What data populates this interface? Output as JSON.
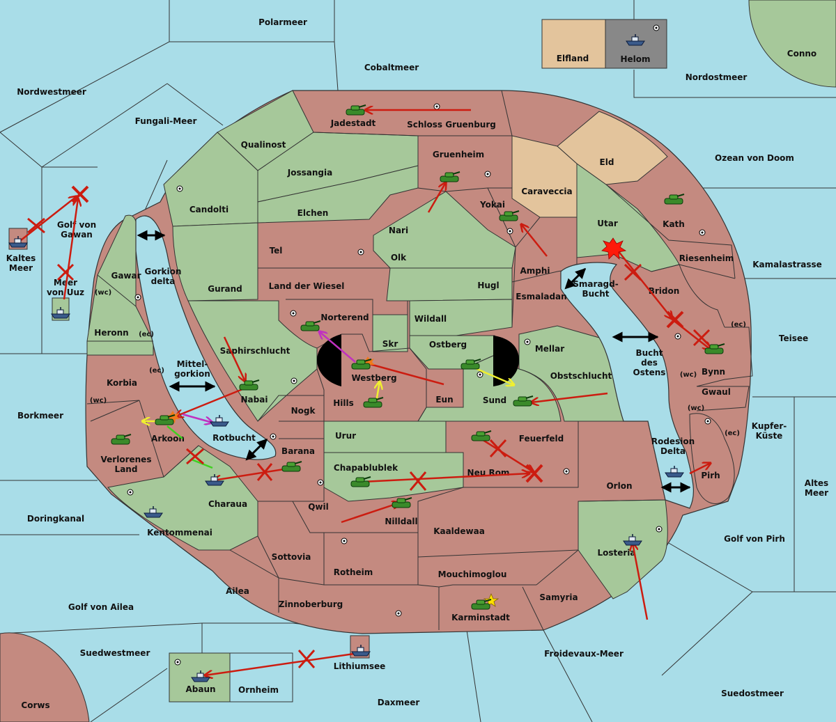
{
  "palette": {
    "sea": "#a9dde8",
    "land_green": "#a6c89a",
    "land_red": "#c48a80",
    "land_tan": "#e3c49c",
    "land_grey": "#888888",
    "border": "#333333",
    "attack_red": "#cc1c10",
    "convoy_yellow": "#f0f030",
    "support_magenta": "#c030c0",
    "support_green": "#40d020"
  },
  "regions": [
    {
      "name": "Polarmeer"
    },
    {
      "name": "Cobaltmeer"
    },
    {
      "name": "Nordwestmeer"
    },
    {
      "name": "Fungali-Meer"
    },
    {
      "name": "Conno"
    },
    {
      "name": "Nordostmeer"
    },
    {
      "name": "Ozean von Doom"
    },
    {
      "name": "Kamalastrasse"
    },
    {
      "name": "Teisee"
    },
    {
      "name": "Kupfer-Küste"
    },
    {
      "name": "Altes Meer"
    },
    {
      "name": "Golf von Pirh"
    },
    {
      "name": "Suedostmeer"
    },
    {
      "name": "Froidevaux-Meer"
    },
    {
      "name": "Daxmeer"
    },
    {
      "name": "Lithiumsee"
    },
    {
      "name": "Suedwestmeer"
    },
    {
      "name": "Corws"
    },
    {
      "name": "Golf von Ailea"
    },
    {
      "name": "Doringkanal"
    },
    {
      "name": "Borkmeer"
    },
    {
      "name": "Kaltes Meer"
    },
    {
      "name": "Meer von Uuz"
    },
    {
      "name": "Golf von Gawan"
    },
    {
      "name": "Gorkion delta"
    },
    {
      "name": "Mittel-gorkion"
    },
    {
      "name": "Rotbucht"
    },
    {
      "name": "Smaragd-Bucht"
    },
    {
      "name": "Bucht des Ostens"
    },
    {
      "name": "Rodesion Delta"
    },
    {
      "name": "Elfland"
    },
    {
      "name": "Helom"
    },
    {
      "name": "Jadestadt"
    },
    {
      "name": "Schloss Gruenburg"
    },
    {
      "name": "Qualinost"
    },
    {
      "name": "Jossangia"
    },
    {
      "name": "Gruenheim"
    },
    {
      "name": "Caraveccia"
    },
    {
      "name": "Eld"
    },
    {
      "name": "Candolti"
    },
    {
      "name": "Elchen"
    },
    {
      "name": "Nari"
    },
    {
      "name": "Yokai"
    },
    {
      "name": "Utar"
    },
    {
      "name": "Kath"
    },
    {
      "name": "Tel"
    },
    {
      "name": "Olk"
    },
    {
      "name": "Amphi"
    },
    {
      "name": "Riesenheim"
    },
    {
      "name": "Gawar"
    },
    {
      "name": "Gurand"
    },
    {
      "name": "Land der Wiesel"
    },
    {
      "name": "Hugl"
    },
    {
      "name": "Esmaladan"
    },
    {
      "name": "Bridon"
    },
    {
      "name": "Norterend"
    },
    {
      "name": "Wildall"
    },
    {
      "name": "Heronn"
    },
    {
      "name": "Skr"
    },
    {
      "name": "Ostberg"
    },
    {
      "name": "Mellar"
    },
    {
      "name": "Saphirschlucht"
    },
    {
      "name": "Westberg"
    },
    {
      "name": "Obstschlucht"
    },
    {
      "name": "Bynn"
    },
    {
      "name": "Korbia"
    },
    {
      "name": "Nabai"
    },
    {
      "name": "Hills"
    },
    {
      "name": "Eun"
    },
    {
      "name": "Sund"
    },
    {
      "name": "Gwaul"
    },
    {
      "name": "Nogk"
    },
    {
      "name": "Verlorenes Land"
    },
    {
      "name": "Arkoon"
    },
    {
      "name": "Urur"
    },
    {
      "name": "Feuerfeld"
    },
    {
      "name": "Barana"
    },
    {
      "name": "Chapablublek"
    },
    {
      "name": "Neu Rom"
    },
    {
      "name": "Orlon"
    },
    {
      "name": "Pirh"
    },
    {
      "name": "Qwil"
    },
    {
      "name": "Charaua"
    },
    {
      "name": "Nilldall"
    },
    {
      "name": "Kentommenai"
    },
    {
      "name": "Kaaldewaa"
    },
    {
      "name": "Losteria"
    },
    {
      "name": "Sottovia"
    },
    {
      "name": "Rotheim"
    },
    {
      "name": "Mouchimoglou"
    },
    {
      "name": "Ailea"
    },
    {
      "name": "Samyria"
    },
    {
      "name": "Zinnoberburg"
    },
    {
      "name": "Karminstadt"
    },
    {
      "name": "Abaun"
    },
    {
      "name": "Ornheim"
    }
  ],
  "coast_tags": [
    "(wc)",
    "(ec)",
    "(ec)",
    "(wc)",
    "(ec)",
    "(wc)",
    "(wc)",
    "(ec)"
  ],
  "units": [
    {
      "type": "army",
      "region": "Jadestadt"
    },
    {
      "type": "army",
      "region": "Gruenheim"
    },
    {
      "type": "army",
      "region": "Yokai"
    },
    {
      "type": "army",
      "region": "Kath"
    },
    {
      "type": "army",
      "region": "Norterend"
    },
    {
      "type": "army",
      "region": "Westberg"
    },
    {
      "type": "army",
      "region": "Ostberg"
    },
    {
      "type": "army",
      "region": "Nabai"
    },
    {
      "type": "army",
      "region": "Hills"
    },
    {
      "type": "army",
      "region": "Sund"
    },
    {
      "type": "army",
      "region": "Bynn"
    },
    {
      "type": "army",
      "region": "Arkoon"
    },
    {
      "type": "army",
      "region": "Verlorenes Land"
    },
    {
      "type": "army",
      "region": "Barana"
    },
    {
      "type": "army",
      "region": "Chapablublek"
    },
    {
      "type": "army",
      "region": "Nilldall"
    },
    {
      "type": "army",
      "region": "Feuerfeld"
    },
    {
      "type": "army",
      "region": "Karminstadt"
    },
    {
      "type": "fleet",
      "region": "Helom"
    },
    {
      "type": "fleet",
      "region": "Kaltes Meer"
    },
    {
      "type": "fleet",
      "region": "Meer von Uuz"
    },
    {
      "type": "fleet",
      "region": "Rotbucht"
    },
    {
      "type": "fleet",
      "region": "Charaua"
    },
    {
      "type": "fleet",
      "region": "Kentommenai"
    },
    {
      "type": "fleet",
      "region": "Losteria"
    },
    {
      "type": "fleet",
      "region": "Rodesion Delta"
    },
    {
      "type": "fleet",
      "region": "Abaun"
    },
    {
      "type": "fleet",
      "region": "Lithiumsee"
    }
  ],
  "map_icons": {
    "army": "tank-icon",
    "fleet": "ship-icon",
    "supply": "supply-center-icon",
    "failed": "failed-order-x-icon",
    "destroyed": "destroyed-unit-icon",
    "dislodged": "dislodge-burst-icon",
    "star": "star-icon",
    "canal": "double-arrow-icon"
  }
}
